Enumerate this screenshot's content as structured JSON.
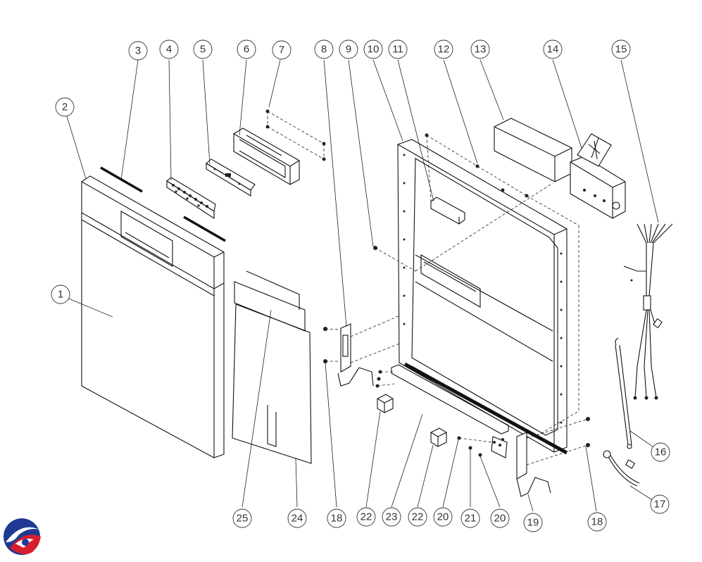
{
  "diagram": {
    "callouts": [
      {
        "id": "c1",
        "label": "1"
      },
      {
        "id": "c2",
        "label": "2"
      },
      {
        "id": "c3",
        "label": "3"
      },
      {
        "id": "c4",
        "label": "4"
      },
      {
        "id": "c5",
        "label": "5"
      },
      {
        "id": "c6",
        "label": "6"
      },
      {
        "id": "c7",
        "label": "7"
      },
      {
        "id": "c8",
        "label": "8"
      },
      {
        "id": "c9",
        "label": "9"
      },
      {
        "id": "c10",
        "label": "10"
      },
      {
        "id": "c11",
        "label": "11"
      },
      {
        "id": "c12",
        "label": "12"
      },
      {
        "id": "c13",
        "label": "13"
      },
      {
        "id": "c14",
        "label": "14"
      },
      {
        "id": "c15",
        "label": "15"
      },
      {
        "id": "c16",
        "label": "16"
      },
      {
        "id": "c17",
        "label": "17"
      },
      {
        "id": "c18a",
        "label": "18"
      },
      {
        "id": "c18b",
        "label": "18"
      },
      {
        "id": "c19",
        "label": "19"
      },
      {
        "id": "c20a",
        "label": "20"
      },
      {
        "id": "c20b",
        "label": "20"
      },
      {
        "id": "c21",
        "label": "21"
      },
      {
        "id": "c22a",
        "label": "22"
      },
      {
        "id": "c22b",
        "label": "22"
      },
      {
        "id": "c23",
        "label": "23"
      },
      {
        "id": "c24",
        "label": "24"
      },
      {
        "id": "c25",
        "label": "25"
      }
    ],
    "logo": {
      "name": "brand-logo",
      "colors": [
        "#1f3a93",
        "#d81e2c"
      ]
    }
  }
}
